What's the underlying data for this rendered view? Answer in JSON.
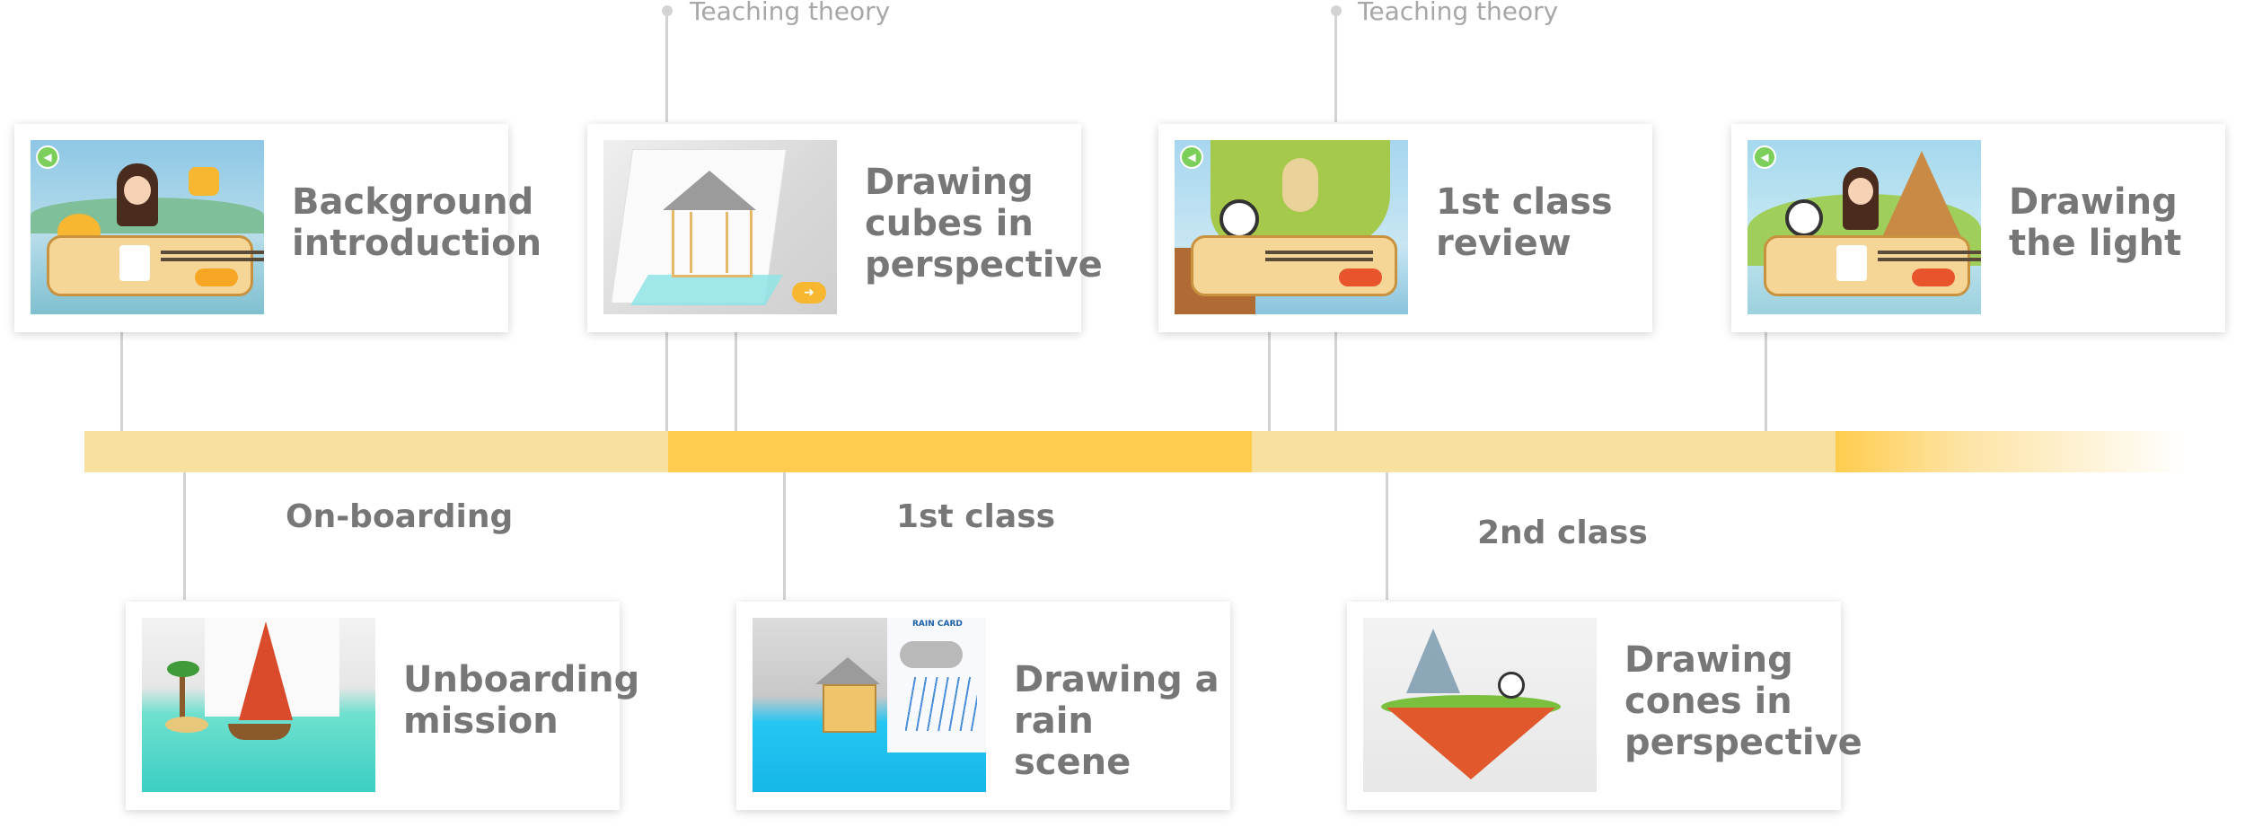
{
  "teaching_theory": [
    "Teaching theory",
    "Teaching theory"
  ],
  "phases": [
    "On-boarding",
    "1st class",
    "2nd class"
  ],
  "top_cards": [
    {
      "title_lines": [
        "Background",
        "introduction"
      ],
      "thumb": "character-dialog-scene"
    },
    {
      "title_lines": [
        "Drawing",
        "cubes in",
        "perspective"
      ],
      "thumb": "ar-house-drawing"
    },
    {
      "title_lines": [
        "1st class",
        "review"
      ],
      "thumb": "island-bridge-scene"
    },
    {
      "title_lines": [
        "Drawing",
        "the light"
      ],
      "thumb": "tent-light-scene"
    }
  ],
  "bottom_cards": [
    {
      "title_lines": [
        "Unboarding",
        "mission"
      ],
      "thumb": "ar-island-boat"
    },
    {
      "title_lines": [
        "Drawing a",
        "rain scene"
      ],
      "thumb": "ar-rain-card"
    },
    {
      "title_lines": [
        "Drawing",
        "cones in",
        "perspective"
      ],
      "thumb": "ar-floating-island"
    }
  ],
  "thumb_texts": {
    "rain_card": "RAIN CARD"
  },
  "colors": {
    "bar_light": "#f8e0a0",
    "bar_dark": "#ffcc4d",
    "connector": "#d3d3d3",
    "title_text": "#777777"
  }
}
